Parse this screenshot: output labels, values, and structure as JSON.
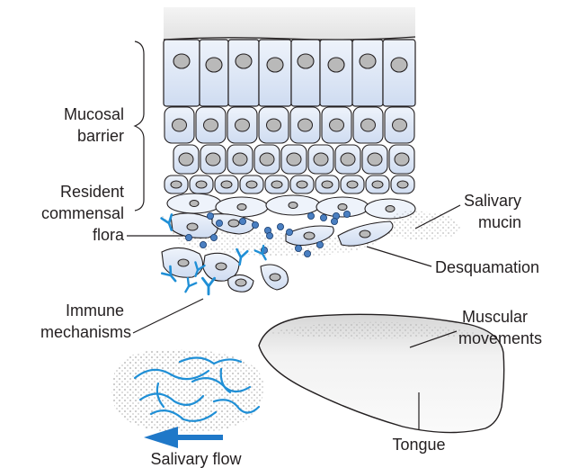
{
  "labels": {
    "mucosal_barrier": [
      "Mucosal",
      "barrier"
    ],
    "resident_flora": [
      "Resident",
      "commensal",
      "flora"
    ],
    "salivary_mucin": [
      "Salivary",
      "mucin"
    ],
    "desquamation": "Desquamation",
    "immune_mechanisms": [
      "Immune",
      "mechanisms"
    ],
    "muscular_movements": [
      "Muscular",
      "movements"
    ],
    "tongue": "Tongue",
    "salivary_flow": "Salivary flow"
  },
  "colors": {
    "cell_fill": "#dfe8f6",
    "cell_fill_light": "#eef3fb",
    "cell_outline": "#231f20",
    "nucleus_fill": "#b9b9b9",
    "bacteria": "#4a7fc1",
    "antibody": "#1f8fd6",
    "arrow": "#1f78c8",
    "tongue_fill": "#f3f3f3"
  },
  "icons": {
    "antibody": "y-shaped-antibody-icon",
    "bacterium": "coccus-bacterium-icon",
    "flow_arrow": "left-arrow-icon"
  }
}
